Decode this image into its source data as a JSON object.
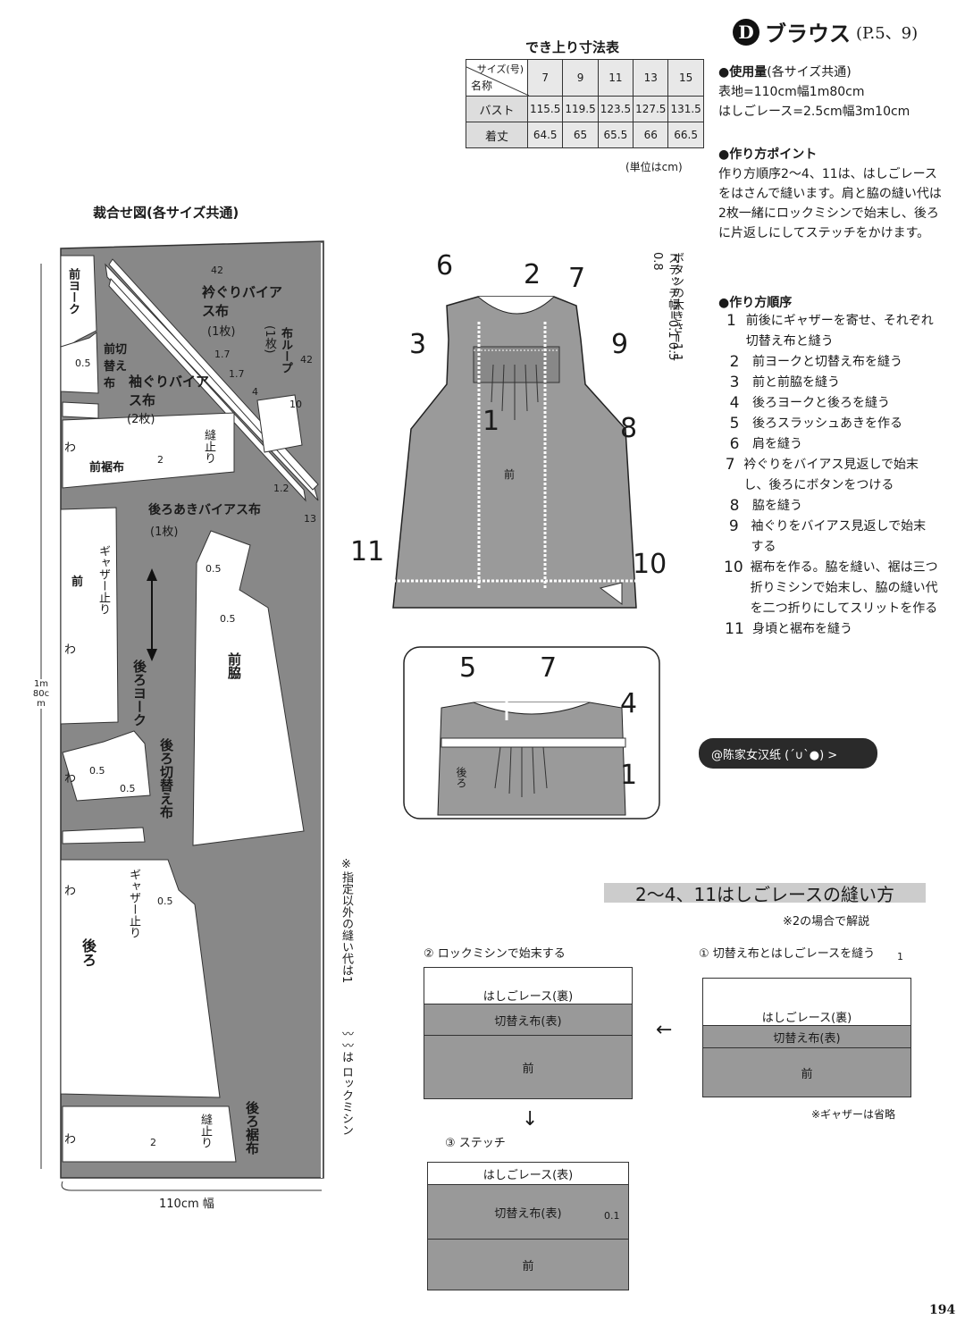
{
  "header": {
    "badge": "D",
    "title": "ブラウス",
    "ref": "(P.5、9)"
  },
  "size_table": {
    "title": "でき上り寸法表",
    "corner_top": "サイズ(号)",
    "corner_bottom": "名称",
    "sizes": [
      "7",
      "9",
      "11",
      "13",
      "15"
    ],
    "rows": [
      {
        "label": "バスト",
        "values": [
          "115.5",
          "119.5",
          "123.5",
          "127.5",
          "131.5"
        ]
      },
      {
        "label": "着丈",
        "values": [
          "64.5",
          "65",
          "65.5",
          "66",
          "66.5"
        ]
      }
    ],
    "unit": "(単位はcm)"
  },
  "usage": {
    "heading": "●使用量",
    "heading_note": "(各サイズ共通)",
    "lines": [
      "表地=110cm幅1m80cm",
      "はしごレース=2.5cm幅3m10cm"
    ]
  },
  "points": {
    "heading": "●作り方ポイント",
    "text": "作り方順序2〜4、11は、はしごレースをはさんで縫います。肩と脇の縫い代は2枚一緒にロックミシンで始末し、後ろに片返しにしてステッチをかけます。"
  },
  "steps": {
    "heading": "●作り方順序",
    "items": [
      {
        "num": "1",
        "text": "前後にギャザーを寄せ、それぞれ切替え布と縫う"
      },
      {
        "num": "2",
        "text": "前ヨークと切替え布を縫う"
      },
      {
        "num": "3",
        "text": "前と前脇を縫う"
      },
      {
        "num": "4",
        "text": "後ろヨークと後ろを縫う"
      },
      {
        "num": "5",
        "text": "後ろスラッシュあきを作る"
      },
      {
        "num": "6",
        "text": "肩を縫う"
      },
      {
        "num": "7",
        "text": "衿ぐりをバイアス見返しで始末し、後ろにボタンをつける"
      },
      {
        "num": "8",
        "text": "脇を縫う"
      },
      {
        "num": "9",
        "text": "袖ぐりをバイアス見返しで始末する"
      },
      {
        "num": "10",
        "text": "裾布を作る。脇を縫い、裾は三つ折りミシンで始末し、脇の縫い代を二つ折りにしてスリットを作る"
      },
      {
        "num": "11",
        "text": "身頃と裾布を縫う"
      }
    ]
  },
  "cutting": {
    "title": "裁合せ図(各サイズ共通)",
    "labels": {
      "front_yoke": "前ヨーク",
      "front_panel": "前切替え布",
      "neck_bias": "衿ぐりバイアス布",
      "neck_bias_count": "(1枚)",
      "loop": "布ループ",
      "loop_count": "(1枚)",
      "sleeve_bias": "袖ぐりバイアス布",
      "sleeve_bias_count": "(2枚)",
      "front_hem": "前裾布",
      "back_open_bias": "後ろあきバイアス布",
      "back_open_count": "(1枚)",
      "front": "前",
      "gather_stop": "ギャザー止り",
      "front_side": "前脇",
      "back_yoke": "後ろヨーク",
      "back_panel": "後ろ切替え布",
      "back": "後ろ",
      "back_hem": "後ろ裾布",
      "sew_stop": "縫止り",
      "wa": "わ",
      "length": "1m80cm",
      "width": "110cm 幅"
    },
    "dims": [
      "42",
      "42",
      "1.7",
      "1.7",
      "4",
      "10",
      "2",
      "1.2",
      "13",
      "0.5",
      "0.5",
      "0.5",
      "0.5",
      "0.5",
      "0.5",
      "2"
    ],
    "note1": "※指定以外の縫い代は1",
    "note2": "〰〰は ロックミシン"
  },
  "diagram": {
    "button_note": "ボタンの大きさ=1.1",
    "stitch_note": "ステッチ幅=0.1 0.5 0.8",
    "numbers": [
      "6",
      "2",
      "7",
      "3",
      "9",
      "1",
      "8",
      "11",
      "10",
      "5",
      "7",
      "4",
      "1"
    ],
    "front_label": "前",
    "back_label": "後ろ"
  },
  "watermark": "@陈家女汉纸 (´∪`●) >",
  "lace": {
    "title": "2〜4、11はしごレースの縫い方",
    "note": "※2の場合で解説",
    "step1": "① 切替え布とはしごレースを縫う",
    "step2": "② ロックミシンで始末する",
    "step3": "③ ステッチ",
    "lace_back": "はしごレース(裏)",
    "lace_front": "はしごレース(表)",
    "panel": "切替え布(表)",
    "front": "前",
    "gather_note": "※ギャザーは省略",
    "dim1": "1",
    "dim01": "0.1"
  },
  "page_number": "194"
}
